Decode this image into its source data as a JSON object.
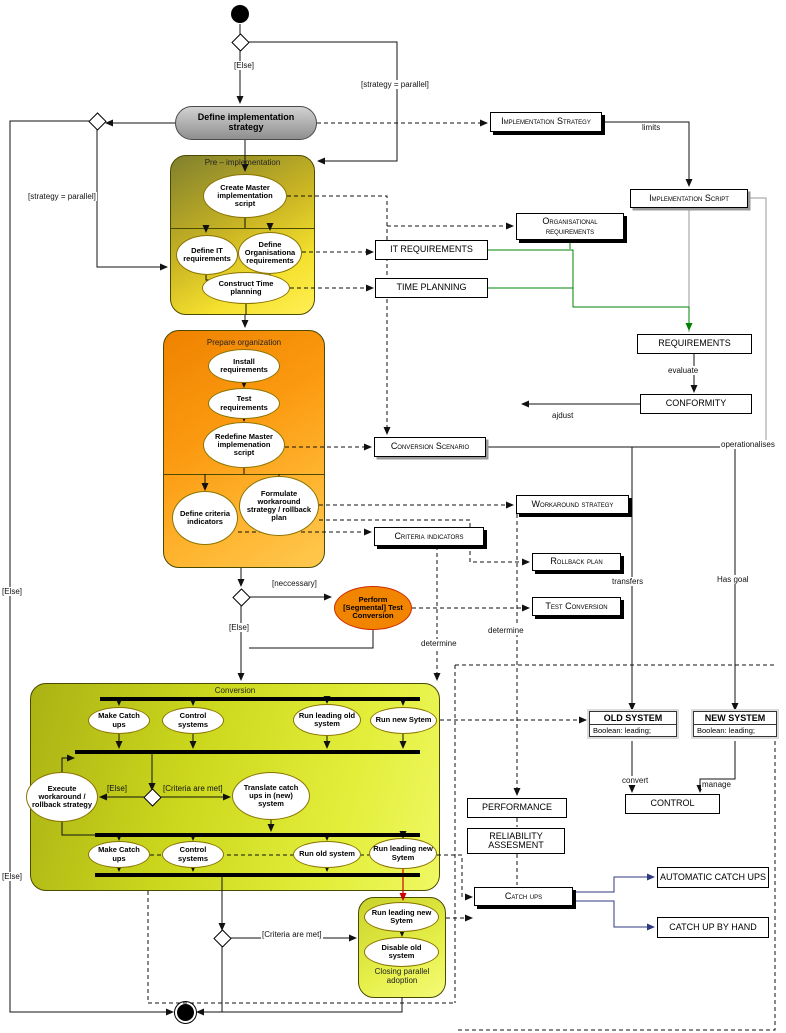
{
  "colors": {
    "phase_yellow": "#e8d12f",
    "phase_orange": "#fb9a10",
    "phase_yellow_green": "#ccd81d",
    "action_orange": "#f28500",
    "strategy_gray": "#a8a8a8",
    "flow_green": "#008200",
    "flow_red": "#cc0000",
    "flow_navy": "#2f3a80"
  },
  "containers": {
    "pre_implementation": "Pre – implementation",
    "prepare_organization": "Prepare organization",
    "conversion": "Conversion",
    "closing": "Closing parallel adoption"
  },
  "activities": {
    "define_implementation_strategy": "Define implementation strategy",
    "create_master": "Create Master implementation script",
    "define_it": "Define IT requirements",
    "define_org": "Define Organisationa requirements",
    "construct_time": "Construct Time planning",
    "install_requirements": "Install requirements",
    "test_requirements": "Test requirements",
    "redefine_master": "Redefine Master implemenation script",
    "define_criteria": "Define criteria indicators",
    "formulate_workaround": "Formulate workaround strategy / rollback plan",
    "perform_test_conversion": "Perform [Segmental] Test Conversion",
    "make_catch_ups_1": "Make Catch ups",
    "control_systems_1": "Control systems",
    "run_leading_old": "Run leading old system",
    "run_new_sytem": "Run new Sytem",
    "execute_workaround": "Execute workaround / rollback strategy",
    "translate_catch_ups": "Translate catch ups in (new) system",
    "make_catch_ups_2": "Make Catch ups",
    "control_systems_2": "Control systems",
    "run_old_system": "Run old system",
    "run_leading_new_1": "Run leading new Sytem",
    "run_leading_new_2": "Run leading new Sytem",
    "disable_old": "Disable old system"
  },
  "objects": {
    "implementation_strategy": "Implementation Strategy",
    "organisational_requirements": "Organisational requirements",
    "implementation_script": "Implementation Script",
    "it_requirements": "IT REQUIREMENTS",
    "time_planning": "TIME PLANNING",
    "requirements": "REQUIREMENTS",
    "conformity": "CONFORMITY",
    "conversion_scenario": "Conversion Scenario",
    "workaround_strategy": "Workaround strategy",
    "criteria_indicators": "Criteria indicators",
    "rollback_plan": "Rollback plan",
    "test_conversion": "Test Conversion",
    "old_system": {
      "title": "OLD SYSTEM",
      "attr": "Boolean: leading;"
    },
    "new_system": {
      "title": "NEW SYSTEM",
      "attr": "Boolean: leading;"
    },
    "performance": "PERFORMANCE",
    "control": "CONTROL",
    "reliability_assesment": "RELIABILITY ASSESMENT",
    "catch_ups": "Catch ups",
    "automatic_catch_ups": "AUTOMATIC CATCH UPS",
    "catch_up_by_hand": "CATCH UP BY HAND"
  },
  "edge_labels": {
    "else_top": "[Else]",
    "strategy_parallel_right": "[strategy = parallel]",
    "strategy_parallel_left": "[strategy = parallel]",
    "limits": "limits",
    "evaluate": "evaluate",
    "ajdust": "ajdust",
    "operationalises": "operationalises",
    "transfers": "transfers",
    "has_goal": "Has goal",
    "neccessary": "[neccessary]",
    "else_mid": "[Else]",
    "determine_1": "determine",
    "determine_2": "determine",
    "else_left_1": "[Else]",
    "else_left_2": "[Else]",
    "else_conversion": "[Else]",
    "criteria_met_conversion": "[Criteria are met]",
    "convert": "convert",
    "manage": "manage",
    "criteria_met_bottom": "[Criteria are met]"
  }
}
